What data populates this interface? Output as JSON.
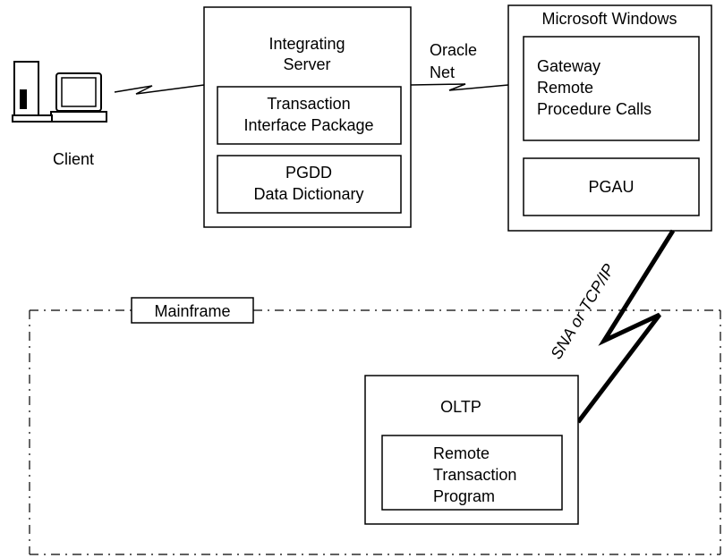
{
  "client": {
    "label": "Client"
  },
  "integrating_server": {
    "title_lines": [
      "Integrating",
      "Server"
    ],
    "tip_lines": [
      "Transaction",
      "Interface Package"
    ],
    "pgdd_lines": [
      "PGDD",
      "Data Dictionary"
    ]
  },
  "oracle_net": {
    "lines": [
      "Oracle",
      "Net"
    ]
  },
  "windows": {
    "title": "Microsoft Windows",
    "grpc_lines": [
      "Gateway",
      "Remote",
      "Procedure Calls"
    ],
    "pgau": "PGAU"
  },
  "link": {
    "label": "SNA or TCP/IP"
  },
  "mainframe": {
    "title": "Mainframe",
    "oltp": "OLTP",
    "rtp_lines": [
      "Remote",
      "Transaction",
      "Program"
    ]
  }
}
